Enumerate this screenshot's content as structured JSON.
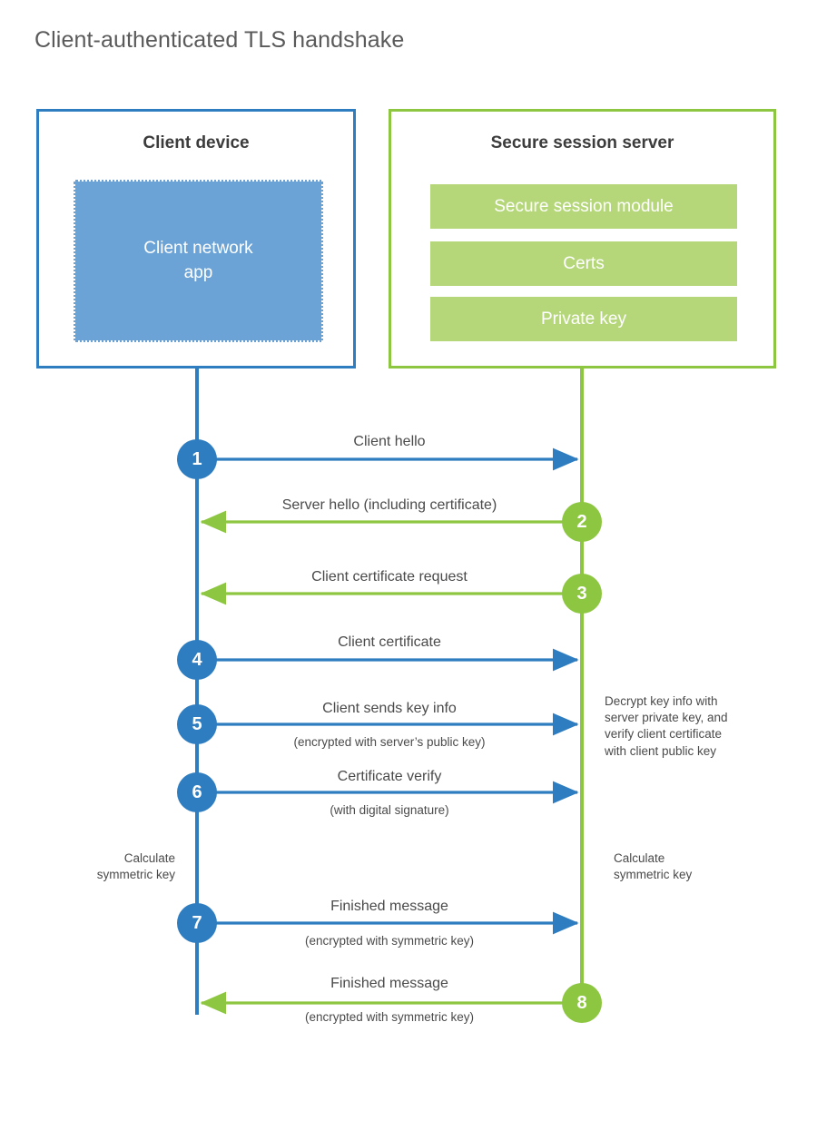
{
  "title": "Client-authenticated TLS handshake",
  "colors": {
    "client_blue": "#2E7DC0",
    "client_app_fill": "#6BA3D6",
    "server_green": "#8DC640",
    "server_module_fill": "#B5D77A",
    "text_gray": "#4a4a4a",
    "title_gray": "#5a5a5a",
    "background": "#ffffff"
  },
  "client": {
    "title": "Client device",
    "app_label": "Client network\napp"
  },
  "server": {
    "title": "Secure session server",
    "modules": [
      {
        "label": "Secure session module"
      },
      {
        "label": "Certs"
      },
      {
        "label": "Private key"
      }
    ]
  },
  "chart_data": {
    "type": "sequence-diagram",
    "participants": [
      "Client device",
      "Secure session server"
    ],
    "steps": [
      {
        "number": "1",
        "label": "Client hello",
        "sublabel": "",
        "direction": "client-to-server",
        "color": "#2E7DC0"
      },
      {
        "number": "2",
        "label": "Server hello (including certificate)",
        "sublabel": "",
        "direction": "server-to-client",
        "color": "#8DC640"
      },
      {
        "number": "3",
        "label": "Client certificate request",
        "sublabel": "",
        "direction": "server-to-client",
        "color": "#8DC640"
      },
      {
        "number": "4",
        "label": "Client certificate",
        "sublabel": "",
        "direction": "client-to-server",
        "color": "#2E7DC0"
      },
      {
        "number": "5",
        "label": "Client sends key info",
        "sublabel": "(encrypted with server’s public key)",
        "direction": "client-to-server",
        "color": "#2E7DC0"
      },
      {
        "number": "6",
        "label": "Certificate verify",
        "sublabel": "(with digital signature)",
        "direction": "client-to-server",
        "color": "#2E7DC0"
      },
      {
        "number": "7",
        "label": "Finished message",
        "sublabel": "(encrypted with symmetric key)",
        "direction": "client-to-server",
        "color": "#2E7DC0"
      },
      {
        "number": "8",
        "label": "Finished message",
        "sublabel": "(encrypted with symmetric key)",
        "direction": "server-to-client",
        "color": "#8DC640"
      }
    ],
    "annotations": [
      {
        "id": "server-decrypt-note",
        "side": "server",
        "text": "Decrypt key info with\nserver private key, and\nverify client certificate\nwith client public key"
      },
      {
        "id": "client-calc-note",
        "side": "client",
        "text": "Calculate\nsymmetric key"
      },
      {
        "id": "server-calc-note",
        "side": "server",
        "text": "Calculate\nsymmetric key"
      }
    ]
  }
}
